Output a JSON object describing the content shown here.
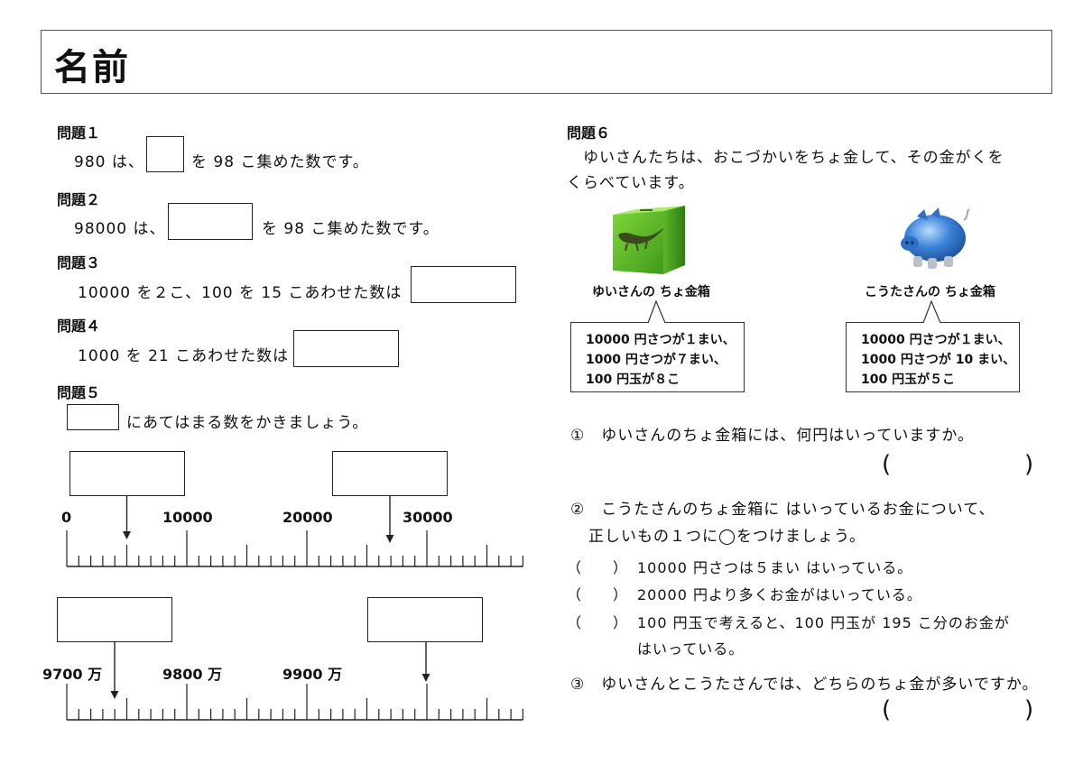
{
  "header": {
    "name_label": "名前"
  },
  "q1": {
    "head": "問題１",
    "pre": "980 は、",
    "post": "を 98 こ集めた数です。"
  },
  "q2": {
    "head": "問題２",
    "pre": "98000 は、",
    "post": "を 98 こ集めた数です。"
  },
  "q3": {
    "head": "問題３",
    "text": "10000 を２こ、100 を 15 こあわせた数は"
  },
  "q4": {
    "head": "問題４",
    "text": "1000 を 21 こあわせた数は"
  },
  "q5": {
    "head": "問題５",
    "instruction": "にあてはまる数をかきましょう。",
    "line1_labels": [
      "0",
      "10000",
      "20000",
      "30000"
    ],
    "line2_labels": [
      "9700 万",
      "9800 万",
      "9900 万"
    ]
  },
  "q6": {
    "head": "問題６",
    "intro1": "ゆいさんたちは、おこづかいをちょ金して、その金がくを",
    "intro2": "くらべています。",
    "yui_caption": "ゆいさんの ちょ金箱",
    "kouta_caption": "こうたさんの ちょ金箱",
    "yui_bubble": [
      "10000 円さつが１まい、",
      "1000 円さつが７まい、",
      "100 円玉が８こ"
    ],
    "kouta_bubble": [
      "10000 円さつが１まい、",
      "1000 円さつが 10 まい、",
      "100 円玉が５こ"
    ],
    "sub1": "①　ゆいさんのちょ金箱には、何円はいっていますか。",
    "sub2_line1": "②　こうたさんのちょ金箱に はいっているお金について、",
    "sub2_line2": "正しいもの１つに◯をつけましょう。",
    "options": [
      {
        "paren": "（　　）",
        "text": "10000 円さつは５まい はいっている。"
      },
      {
        "paren": "（　　）",
        "text": "20000 円より多くお金がはいっている。"
      },
      {
        "paren": "（　　）",
        "text": "100 円玉で考えると、100 円玉が 195 こ分のお金が"
      }
    ],
    "option3_cont": "はいっている。",
    "sub3": "③　ゆいさんとこうたさんでは、どちらのちょ金が多いですか。",
    "paren_open": "(",
    "paren_close": ")"
  }
}
